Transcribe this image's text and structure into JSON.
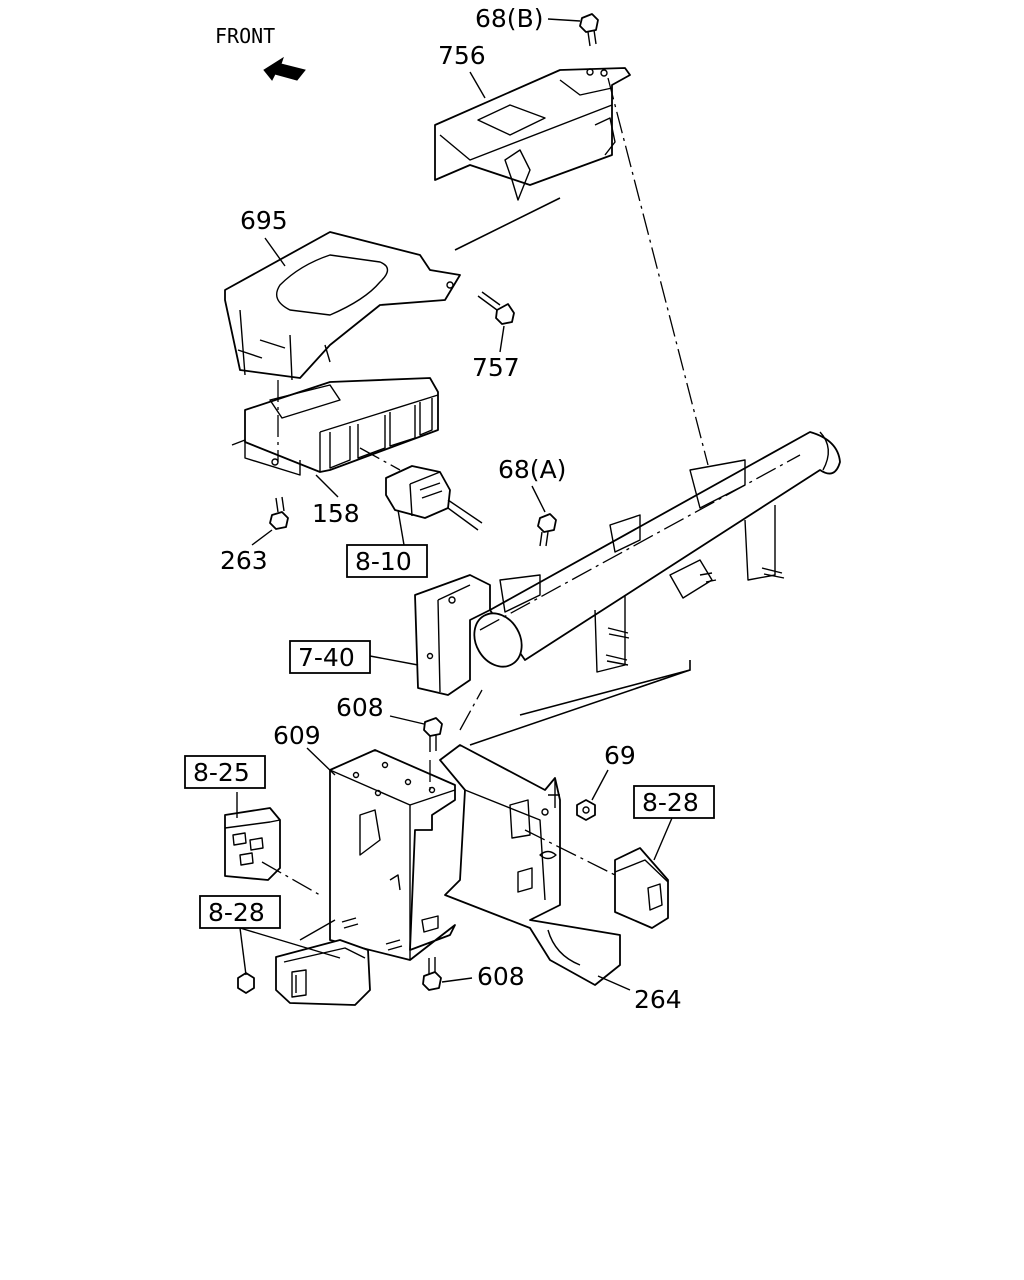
{
  "orientation": {
    "front_label": "FRONT"
  },
  "callouts": {
    "c68b": "68(B)",
    "c756": "756",
    "c695": "695",
    "c757": "757",
    "c68a": "68(A)",
    "c158": "158",
    "c263": "263",
    "c608_top": "608",
    "c609": "609",
    "c69": "69",
    "c608_bottom": "608",
    "c264": "264"
  },
  "references": {
    "r810": "8-10",
    "r740": "7-40",
    "r825": "8-25",
    "r828_right": "8-28",
    "r828_left": "8-28"
  },
  "icons": {
    "front_arrow": "arrow-upleft-icon"
  }
}
